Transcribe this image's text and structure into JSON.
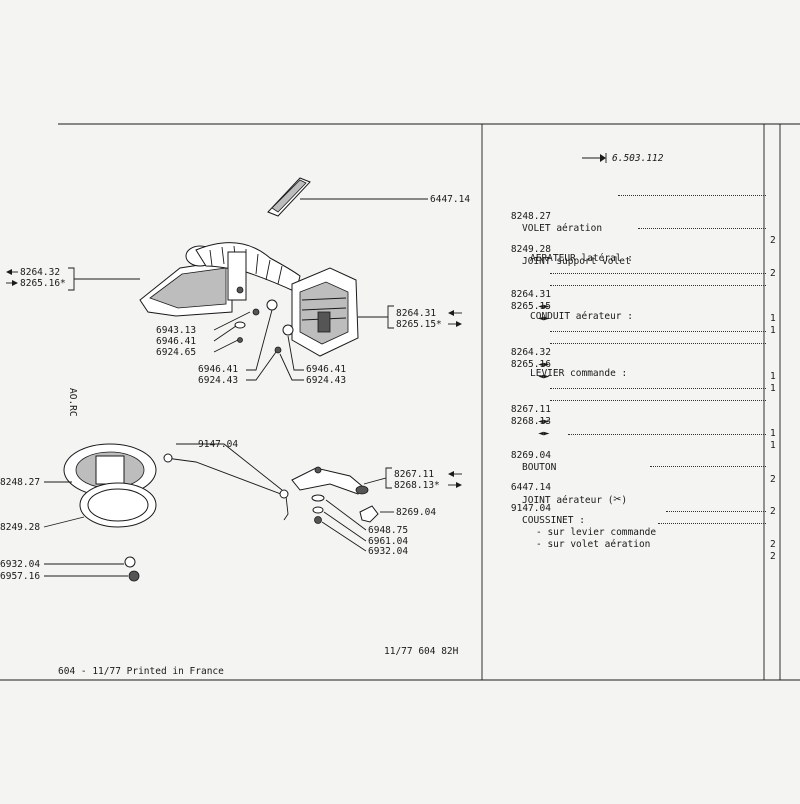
{
  "header": {
    "ref_number": "6.503.112"
  },
  "footer": {
    "left_text": "604 - 11/77 Printed in France",
    "right_code": "11/77 604  82H"
  },
  "margin_note": "AO.RC",
  "diagram_labels": {
    "l6447_14": "6447.14",
    "l8264_32": "8264.32",
    "l8265_16": "8265.16*",
    "r8264_31": "8264.31",
    "r8265_15": "8265.15*",
    "l6943_13": "6943.13",
    "l6946_41a": "6946.41",
    "l6924_65": "6924.65",
    "l6946_41b": "6946.41",
    "l6924_43a": "6924.43",
    "l6946_41c": "6946.41",
    "l6924_43b": "6924.43",
    "l9147_04": "9147.04",
    "l8248_27": "8248.27",
    "l8249_28": "8249.28",
    "r8267_11": "8267.11",
    "r8268_13": "8268.13*",
    "l8269_04": "8269.04",
    "l6948_75": "6948.75",
    "l6961_04": "6961.04",
    "l6932_04a": "6932.04",
    "l6932_04b": "6932.04",
    "l6957_16": "6957.16"
  },
  "parts": {
    "p1": {
      "ref": "8248.27",
      "desc": "VOLET aération",
      "qty": "2"
    },
    "p2": {
      "ref": "8249.28",
      "desc": "JOINT support volet",
      "qty": "2"
    },
    "h1": "AERATEUR latéral :",
    "p3": {
      "ref": "8264.31",
      "qty": "1"
    },
    "p4": {
      "ref": "8265.15",
      "qty": "1"
    },
    "h2": "CONDUIT aérateur :",
    "p5": {
      "ref": "8264.32",
      "qty": "1"
    },
    "p6": {
      "ref": "8265.16",
      "qty": "1"
    },
    "h3": "LEVIER commande :",
    "p7": {
      "ref": "8267.11",
      "qty": "1"
    },
    "p8": {
      "ref": "8268.13",
      "qty": "1"
    },
    "p9": {
      "ref": "8269.04",
      "desc": "BOUTON",
      "qty": "2"
    },
    "p10": {
      "ref": "6447.14",
      "desc": "JOINT aérateur (",
      "desc_end": ")",
      "qty": "2"
    },
    "p11": {
      "ref": "9147.04",
      "desc": "COUSSINET :"
    },
    "s1": {
      "desc": "- sur levier commande",
      "qty": "2"
    },
    "s2": {
      "desc": "- sur volet aération",
      "qty": "2"
    }
  }
}
